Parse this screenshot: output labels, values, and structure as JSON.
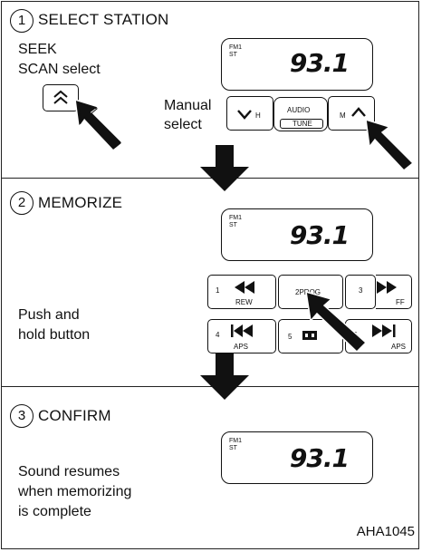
{
  "steps": [
    {
      "number": "1",
      "title": "SELECT STATION"
    },
    {
      "number": "2",
      "title": "MEMORIZE"
    },
    {
      "number": "3",
      "title": "CONFIRM"
    }
  ],
  "step1": {
    "seek_label": "SEEK",
    "scan_label": "SCAN select",
    "manual_label_line1": "Manual",
    "manual_label_line2": "select",
    "band": "FM1",
    "stereo": "ST",
    "frequency": "93.1",
    "down_button_letter": "H",
    "audio_label": "AUDIO",
    "tune_label": "TUNE",
    "up_button_letter": "M"
  },
  "step2": {
    "band": "FM1",
    "stereo": "ST",
    "frequency": "93.1",
    "instruction_line1": "Push and",
    "instruction_line2": "hold button",
    "presets": [
      {
        "num": "1",
        "sub": "REW"
      },
      {
        "num": "2PROG",
        "sub": ""
      },
      {
        "num": "3",
        "sub": "FF"
      },
      {
        "num": "4",
        "sub": "APS"
      },
      {
        "num": "5",
        "sub": ""
      },
      {
        "num": "6",
        "sub": "APS"
      }
    ]
  },
  "step3": {
    "band": "FM1",
    "stereo": "ST",
    "frequency": "93.1",
    "line1": "Sound resumes",
    "line2": "when memorizing",
    "line3": "is complete"
  },
  "figure_code": "AHA1045"
}
